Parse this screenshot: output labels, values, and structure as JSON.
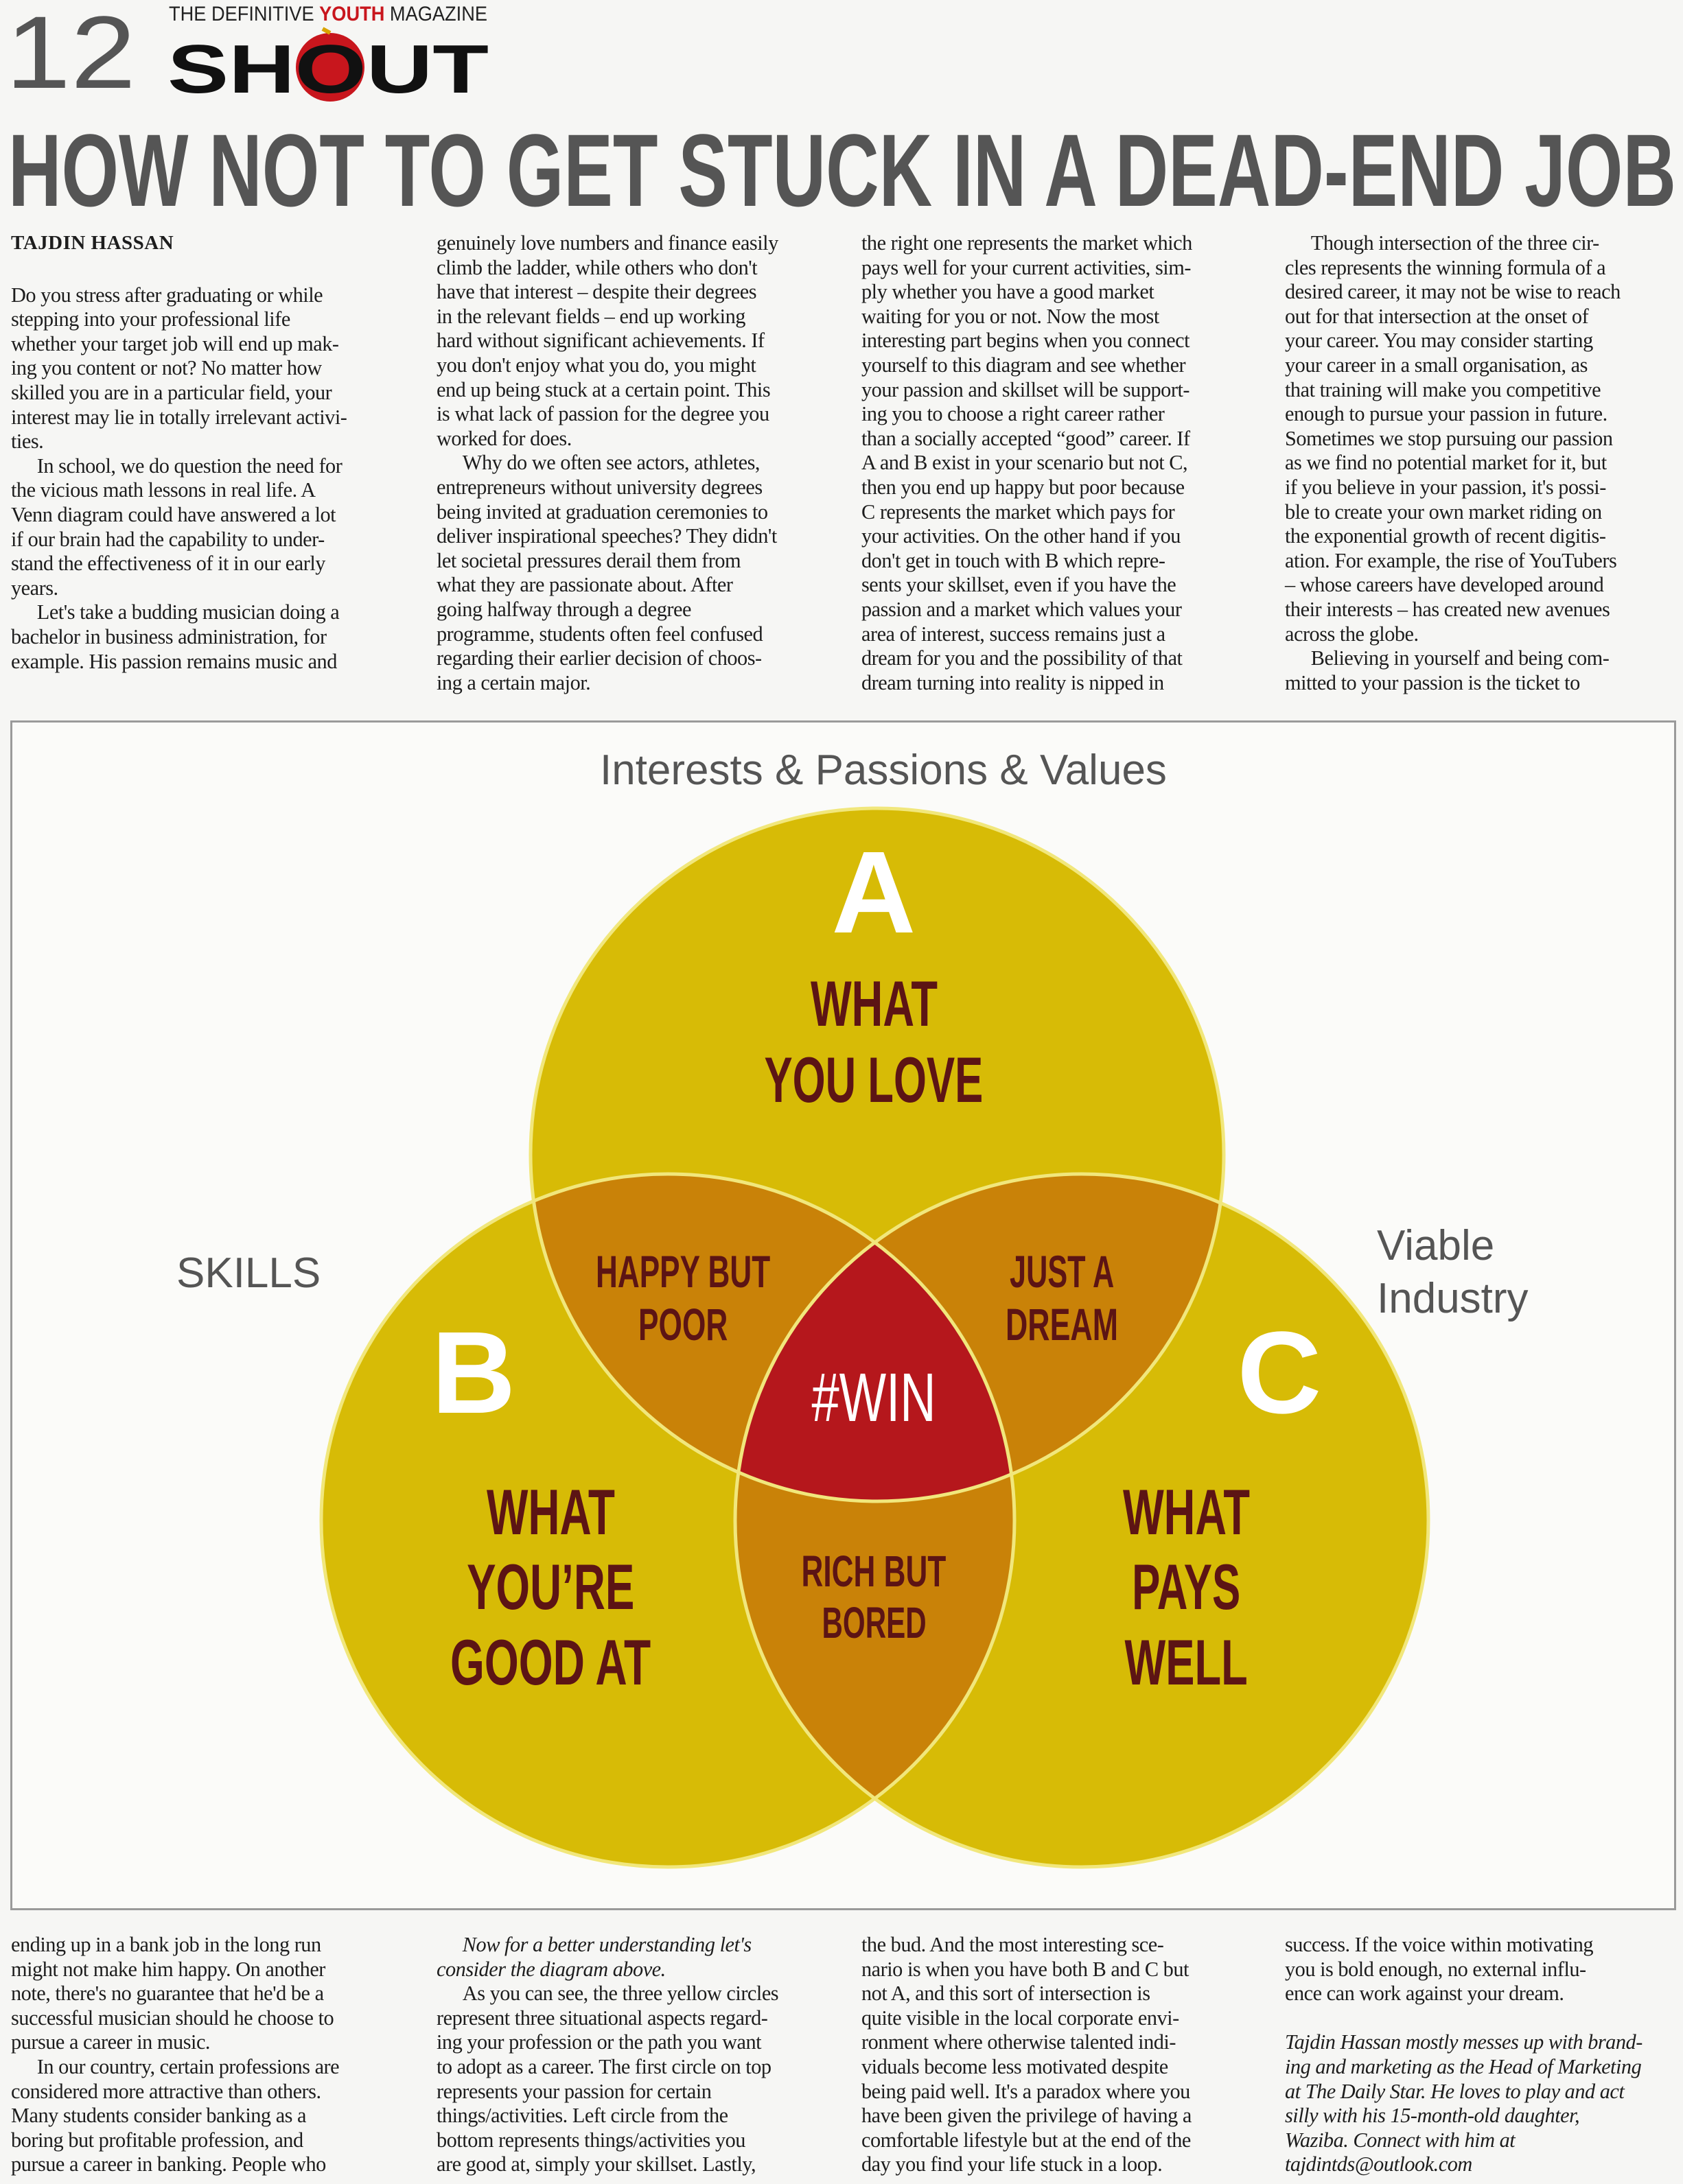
{
  "header": {
    "page_number": "12",
    "tagline_pre": "THE DEFINITIVE ",
    "tagline_highlight": "YOUTH",
    "tagline_post": " MAGAZINE",
    "logo_text": "SHOUT"
  },
  "headline": "HOW NOT TO GET STUCK IN A DEAD-END JOB",
  "byline": "TAJDIN HASSAN",
  "top_columns": [
    [
      {
        "indent": false,
        "lines": [
          "Do you stress after graduating or while",
          "stepping into your professional life",
          "whether your target job will end up mak-",
          "ing you content or not? No matter how",
          "skilled you are in a particular field, your",
          "interest may lie in totally irrelevant activi-",
          "ties."
        ]
      },
      {
        "indent": true,
        "lines": [
          "In school, we do question the need for",
          "the vicious math lessons in real life. A",
          "Venn diagram could have answered a lot",
          "if our brain had the capability to under-",
          "stand the effectiveness of it in our early",
          "years."
        ]
      },
      {
        "indent": true,
        "lines": [
          "Let's take a budding musician doing a",
          "bachelor in business administration, for",
          "example. His passion remains music and"
        ]
      }
    ],
    [
      {
        "indent": false,
        "lines": [
          "genuinely love numbers and finance easily",
          "climb the ladder, while others who don't",
          "have that interest – despite their degrees",
          "in the relevant fields – end up working",
          "hard without significant achievements. If",
          "you don't enjoy what you do, you might",
          "end up being stuck at a certain point. This",
          "is what lack of passion for the degree you",
          "worked for does."
        ]
      },
      {
        "indent": true,
        "lines": [
          "Why do we often see actors, athletes,",
          "entrepreneurs without university degrees",
          "being invited at graduation ceremonies to",
          "deliver inspirational speeches? They didn't",
          "let societal pressures derail them from",
          "what they are passionate about. After",
          "going halfway through a degree",
          "programme, students often feel confused",
          "regarding their earlier decision of choos-",
          "ing a certain major."
        ]
      }
    ],
    [
      {
        "indent": false,
        "lines": [
          "the right one represents the market which",
          "pays well for your current activities, sim-",
          "ply whether you have a good market",
          "waiting for you or not. Now the most",
          "interesting part begins when you connect",
          "yourself to this diagram and see whether",
          "your passion and skillset will be support-",
          "ing you to choose a right career rather",
          "than a socially accepted “good” career. If",
          "A and B exist in your scenario but not C,",
          "then you end up happy but poor because",
          "C represents the market which pays for",
          "your activities. On the other hand if you",
          "don't get in touch with B which repre-",
          "sents your skillset, even if you have the",
          "passion and a market which values your",
          "area of interest, success remains just a",
          "dream for you and the possibility of that",
          "dream turning into reality is nipped in"
        ]
      }
    ],
    [
      {
        "indent": true,
        "lines": [
          "Though intersection of the three cir-",
          "cles represents the winning formula of a",
          "desired career, it may not be wise to reach",
          "out for that intersection at the onset of",
          "your career. You may consider starting",
          "your career in a small organisation, as",
          "that training will make you competitive",
          "enough to pursue your passion in future.",
          "Sometimes we stop pursuing our passion",
          "as we find no potential market for it, but",
          "if you believe in your passion, it's possi-",
          "ble to create your own market riding on",
          "the exponential growth of recent digitis-",
          "ation. For example, the rise of YouTubers",
          "– whose careers have developed around",
          "their interests – has created new avenues",
          "across the globe."
        ]
      },
      {
        "indent": true,
        "lines": [
          "Believing in yourself and being com-",
          "mitted to your passion is the ticket to"
        ]
      }
    ]
  ],
  "bottom_columns": [
    [
      {
        "indent": false,
        "lines": [
          "ending up in a bank job in the long run",
          "might not make him happy. On another",
          "note, there's no guarantee that he'd be a",
          "successful musician should he choose to",
          "pursue a career in music."
        ]
      },
      {
        "indent": true,
        "lines": [
          "In our country, certain professions are",
          "considered more attractive than others.",
          "Many students consider banking as a",
          "boring but profitable profession, and",
          "pursue a career in banking. People who"
        ]
      }
    ],
    [
      {
        "indent": true,
        "italic": true,
        "lines": [
          "Now for a better understanding let's",
          "consider the diagram above."
        ]
      },
      {
        "indent": true,
        "lines": [
          "As you can see, the three yellow circles",
          "represent three situational aspects regard-",
          "ing your profession or the path you want",
          "to adopt as a career. The first circle on top",
          "represents your passion for certain",
          "things/activities. Left circle from the",
          "bottom represents things/activities you",
          "are good at, simply your skillset. Lastly,"
        ]
      }
    ],
    [
      {
        "indent": false,
        "lines": [
          "the bud. And the most interesting sce-",
          "nario is when you have both B and C but",
          "not A, and this sort of intersection is",
          "quite visible in the local corporate envi-",
          "ronment where otherwise talented indi-",
          "viduals become less motivated despite",
          "being paid well. It's a paradox where you",
          "have been given the privilege of having a",
          "comfortable lifestyle but at the end of the",
          "day you find your life stuck in a loop."
        ]
      }
    ],
    [
      {
        "indent": false,
        "lines": [
          "success. If the voice within motivating",
          "you is bold enough, no external influ-",
          "ence can work against your dream."
        ]
      },
      {
        "indent": false,
        "italic": true,
        "gap_before": true,
        "lines": [
          "Tajdin Hassan mostly messes up with brand-",
          "ing and marketing as the Head of Marketing",
          "at The Daily Star. He loves to play and act",
          "silly with his 15-month-old daughter,",
          "Waziba. Connect with him at",
          "tajdintds@outlook.com"
        ]
      }
    ]
  ],
  "diagram": {
    "title": "Interests & Passions & Values",
    "left_label": "SKILLS",
    "right_label": [
      "Viable",
      "Industry"
    ],
    "circle_letters": {
      "a": "A",
      "b": "B",
      "c": "C"
    },
    "a_label": [
      "WHAT",
      "YOU LOVE"
    ],
    "b_label": [
      "WHAT",
      "YOU’RE",
      "GOOD AT"
    ],
    "c_label": [
      "WHAT",
      "PAYS",
      "WELL"
    ],
    "ab_label": [
      "HAPPY BUT",
      "POOR"
    ],
    "ac_label": [
      "JUST A",
      "DREAM"
    ],
    "bc_label": [
      "RICH BUT",
      "BORED"
    ],
    "abc_label": "#WIN"
  },
  "colors": {
    "headline": "#555555",
    "brand_red": "#c8161d",
    "circle_yellow": "#d7bb06",
    "pair_orange": "#c98208",
    "center_red": "#b5171c",
    "label_brown": "#5c1414",
    "outline": "#f1e77c"
  }
}
